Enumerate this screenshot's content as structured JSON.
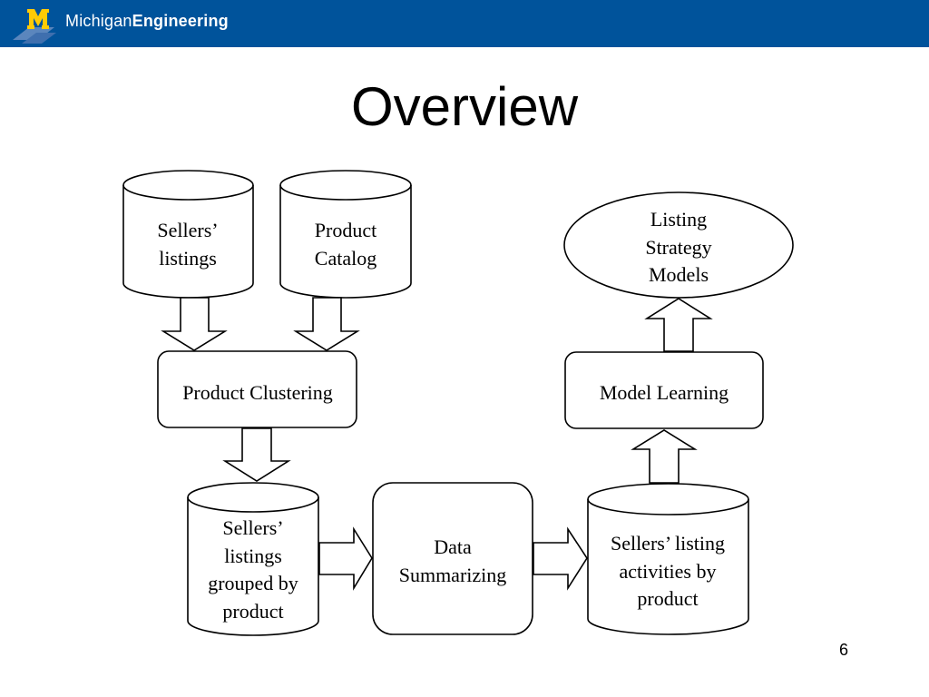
{
  "header": {
    "logo_name": "michigan-m-logo",
    "brand_prefix": "Michigan",
    "brand_suffix": "Engineering",
    "bar_color": "#00539b",
    "logo_color": "#ffcb05"
  },
  "slide": {
    "title": "Overview",
    "page_number": "6"
  },
  "diagram": {
    "nodes": {
      "sellers_listings": {
        "shape": "cylinder",
        "lines": [
          "Sellers’",
          "listings"
        ]
      },
      "product_catalog": {
        "shape": "cylinder",
        "lines": [
          "Product",
          "Catalog"
        ]
      },
      "product_clustering": {
        "shape": "rounded-rect",
        "lines": [
          "Product Clustering"
        ]
      },
      "grouped_listings": {
        "shape": "cylinder",
        "lines": [
          "Sellers’",
          "listings",
          "grouped by",
          "product"
        ]
      },
      "data_summarizing": {
        "shape": "rounded-rect",
        "lines": [
          "Data",
          "Summarizing"
        ]
      },
      "listing_activities": {
        "shape": "cylinder",
        "lines": [
          "Sellers’ listing",
          "activities by",
          "product"
        ]
      },
      "model_learning": {
        "shape": "rounded-rect",
        "lines": [
          "Model Learning"
        ]
      },
      "strategy_models": {
        "shape": "ellipse",
        "lines": [
          "Listing",
          "Strategy",
          "Models"
        ]
      }
    },
    "edges": [
      {
        "from": "sellers_listings",
        "to": "product_clustering"
      },
      {
        "from": "product_catalog",
        "to": "product_clustering"
      },
      {
        "from": "product_clustering",
        "to": "grouped_listings"
      },
      {
        "from": "grouped_listings",
        "to": "data_summarizing"
      },
      {
        "from": "data_summarizing",
        "to": "listing_activities"
      },
      {
        "from": "listing_activities",
        "to": "model_learning"
      },
      {
        "from": "model_learning",
        "to": "strategy_models"
      }
    ]
  }
}
